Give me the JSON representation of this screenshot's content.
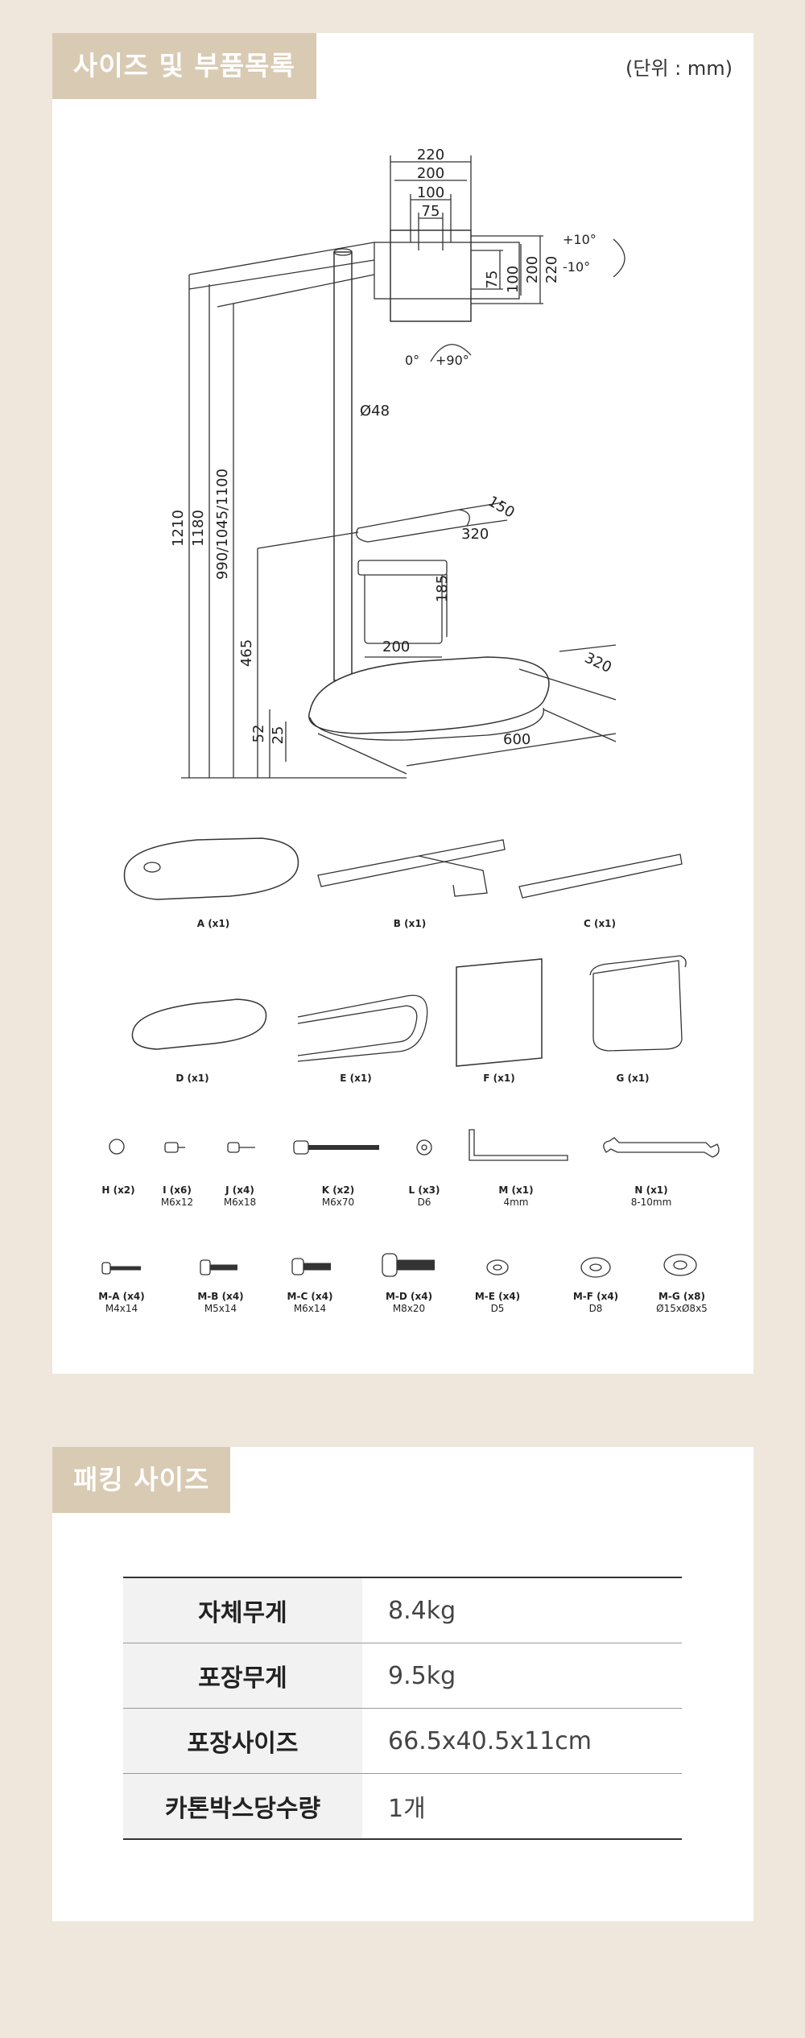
{
  "section1": {
    "title": "사이즈 및 부품목록",
    "unit": "(단위 : mm)"
  },
  "diagram": {
    "vesa": [
      "220",
      "200",
      "100",
      "75"
    ],
    "vesa_v": [
      "75",
      "100",
      "200"
    ],
    "tilt": [
      "+10°",
      "-10°"
    ],
    "rotate": [
      "0°",
      "+90°"
    ],
    "pole": "Ø48",
    "heights": [
      "1210",
      "1180",
      "990/1045/1100",
      "465",
      "52",
      "25"
    ],
    "shelf": [
      "150",
      "320"
    ],
    "pocket": [
      "185",
      "200"
    ],
    "base": [
      "320",
      "600"
    ]
  },
  "parts_row1": [
    "A (x1)",
    "B (x1)",
    "C (x1)"
  ],
  "parts_row2": [
    "D (x1)",
    "E (x1)",
    "F (x1)",
    "G (x1)"
  ],
  "parts_row3": [
    {
      "label": "H (x2)",
      "size": ""
    },
    {
      "label": "I (x6)",
      "size": "M6x12"
    },
    {
      "label": "J (x4)",
      "size": "M6x18"
    },
    {
      "label": "K (x2)",
      "size": "M6x70"
    },
    {
      "label": "L (x3)",
      "size": "D6"
    },
    {
      "label": "M (x1)",
      "size": "4mm"
    },
    {
      "label": "N (x1)",
      "size": "8-10mm"
    }
  ],
  "parts_row4": [
    {
      "label": "M-A (x4)",
      "size": "M4x14"
    },
    {
      "label": "M-B (x4)",
      "size": "M5x14"
    },
    {
      "label": "M-C (x4)",
      "size": "M6x14"
    },
    {
      "label": "M-D (x4)",
      "size": "M8x20"
    },
    {
      "label": "M-E (x4)",
      "size": "D5"
    },
    {
      "label": "M-F (x4)",
      "size": "D8"
    },
    {
      "label": "M-G (x8)",
      "size": "Ø15xØ8x5"
    }
  ],
  "section2": {
    "title": "패킹 사이즈",
    "rows": [
      {
        "key": "자체무게",
        "value": "8.4kg"
      },
      {
        "key": "포장무게",
        "value": "9.5kg"
      },
      {
        "key": "포장사이즈",
        "value": "66.5x40.5x11cm"
      },
      {
        "key": "카톤박스당수량",
        "value": "1개"
      }
    ]
  },
  "colors": {
    "background": "#efe6dc",
    "tag": "#d9cab3",
    "card": "#ffffff"
  }
}
